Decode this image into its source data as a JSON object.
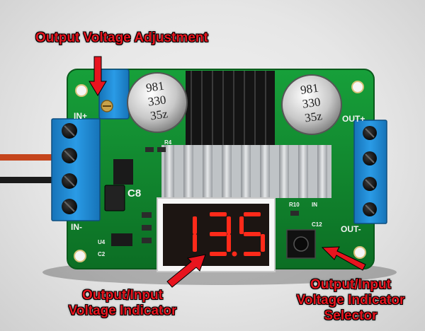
{
  "annotations": {
    "adjustment": "Output Voltage Adjustment",
    "indicator_line1": "Output/Input",
    "indicator_line2": "Voltage Indicator",
    "selector_line1": "Output/Input",
    "selector_line2": "Voltage Indicator",
    "selector_line3": "Selector"
  },
  "display": {
    "digits": [
      "1",
      "3.",
      "5"
    ],
    "segment_color": "#ff2a1a"
  },
  "capacitor": {
    "line1": "981",
    "line2": "330",
    "line3": "35z"
  },
  "pcb_labels": {
    "in_plus": "IN+",
    "in_minus": "IN-",
    "out_plus": "OUT+",
    "out_minus": "OUT-",
    "c8": "C8",
    "c12": "C12",
    "r10": "R10",
    "r4": "R4",
    "u4": "U4",
    "c2": "C2",
    "in_small": "IN"
  },
  "colors": {
    "pcb": "#118a2f",
    "terminal_blue": "#1e88d4",
    "annotation_red": "#e8141e"
  }
}
